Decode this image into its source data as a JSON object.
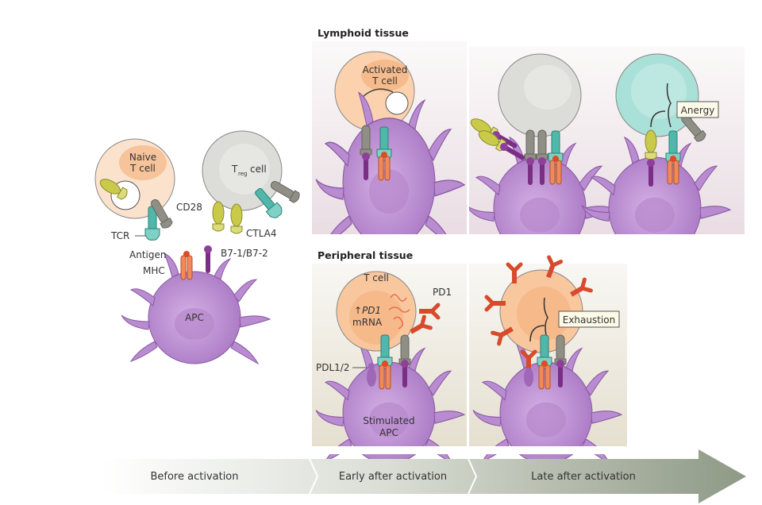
{
  "headings": {
    "lymphoid": "Lymphoid tissue",
    "peripheral": "Peripheral tissue"
  },
  "labels": {
    "naive_t_cell": [
      "Naive",
      "T cell"
    ],
    "treg_cell": {
      "T": "T",
      "sub": "reg",
      "cell": "cell"
    },
    "cd28": "CD28",
    "tcr": "TCR",
    "ctla4": "CTLA4",
    "antigen": "Antigen",
    "b7": "B7-1/B7-2",
    "mhc": "MHC",
    "apc": "APC",
    "activated_t_cell": [
      "Activated",
      "T cell"
    ],
    "anergy": "Anergy",
    "t_cell": "T cell",
    "pd1": "PD1",
    "pd1_mrna": {
      "arrow": "↑",
      "gene": "PD1",
      "rest": "mRNA"
    },
    "pdl12": "PDL1/2",
    "stimulated_apc": [
      "Stimulated",
      "APC"
    ],
    "exhaustion": "Exhaustion"
  },
  "timeline": [
    "Before activation",
    "Early after activation",
    "Late after activation"
  ],
  "colors": {
    "apc": "#b88ad0",
    "naive": "#f7c9a0",
    "treg": "#d9d9d6",
    "anergic": "#a9e0d8",
    "tcr": "#4fb8ab",
    "mhc": "#e8764a",
    "ctla4": "#c9c94a",
    "cd28": "#8f8f86",
    "b7": "#7a2f85",
    "pd1": "#d84a2c",
    "arrow": "#8f9a86"
  }
}
